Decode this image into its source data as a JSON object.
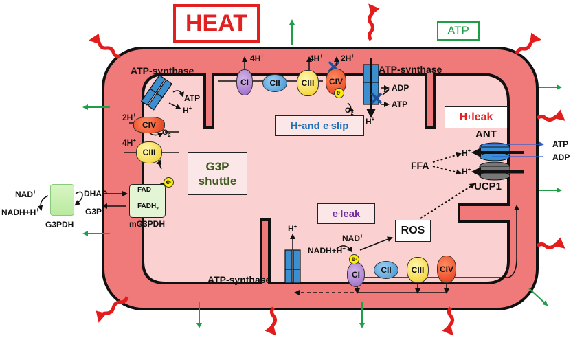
{
  "heat": "HEAT",
  "atp_label": "ATP",
  "g3p_shuttle": [
    "G3P",
    "shuttle"
  ],
  "slip": {
    "text": "H",
    "sup1": "+",
    "mid": " and e",
    "sup2": "-",
    "end": " slip"
  },
  "h_leak": {
    "text": "H",
    "sup": "+",
    "end": " leak"
  },
  "e_leak": {
    "text": "e",
    "sup": "-",
    "end": " leak"
  },
  "ros": "ROS",
  "atp_synthase": "ATP-synthase",
  "complexes": {
    "ci": "CI",
    "cii": "CII",
    "ciii": "CIII",
    "civ": "CIV"
  },
  "four_h": {
    "text": "4H",
    "sup": "+"
  },
  "two_h": {
    "text": "2H",
    "sup": "+"
  },
  "h_plus": {
    "text": "H",
    "sup": "+"
  },
  "o2": {
    "text": "O",
    "sub": "2"
  },
  "e_minus": {
    "text": "e",
    "sup": "-"
  },
  "adp": "ADP",
  "atp": "ATP",
  "ant": "ANT",
  "ucp1": "UCP1",
  "ffa": "FFA",
  "fad": "FAD",
  "fadh2": {
    "text": "FADH",
    "sub": "2"
  },
  "mg3pdh": "mG3PDH",
  "g3pdh": "G3PDH",
  "dhap": "DHAP",
  "g3p": "G3P",
  "nad_plus": {
    "text": "NAD",
    "sup": "+"
  },
  "nadh": {
    "text": "NADH+H",
    "sup": "+"
  },
  "colors": {
    "outer": "#f07a7a",
    "inner": "#fbd0d0",
    "heat_red": "#e31c1c",
    "green": "#1e9e46"
  }
}
